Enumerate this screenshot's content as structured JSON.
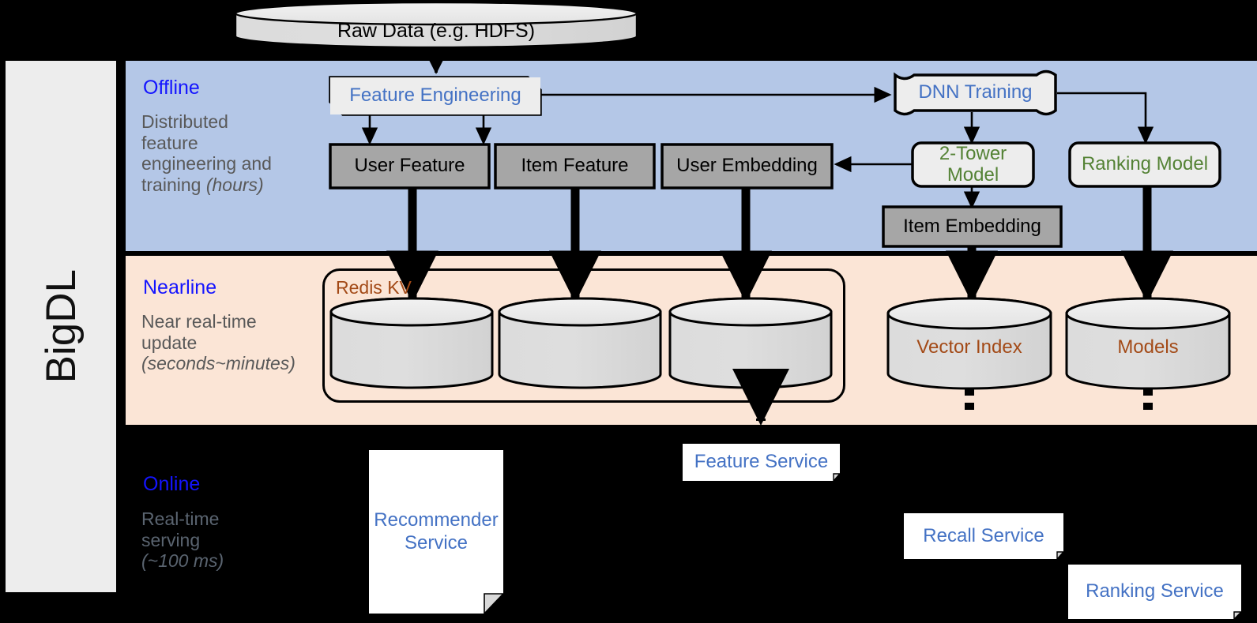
{
  "framework": {
    "name": "BigDL"
  },
  "top": {
    "raw_data_label": "Raw Data (e.g. HDFS)"
  },
  "bands": {
    "offline": {
      "title": "Offline",
      "description_line1": "Distributed",
      "description_line2": "feature",
      "description_line3": "engineering and",
      "description_line4": "training ",
      "description_italic": "(hours)",
      "bg_color": "#b4c7e7"
    },
    "nearline": {
      "title": "Nearline",
      "description_line1": "Near real-time",
      "description_line2": "update",
      "description_italic": "(seconds~minutes)",
      "bg_color": "#fbe5d6"
    },
    "online": {
      "title": "Online",
      "description_line1": "Real-time",
      "description_line2": "serving",
      "description_italic": "(~100 ms)",
      "bg_color": "#000000"
    }
  },
  "offline_nodes": {
    "feature_engineering": "Feature Engineering",
    "dnn_training": "DNN Training",
    "user_feature": "User Feature",
    "item_feature": "Item Feature",
    "user_embedding": "User Embedding",
    "two_tower_model": "2-Tower Model",
    "ranking_model": "Ranking Model",
    "item_embedding": "Item Embedding"
  },
  "nearline_nodes": {
    "redis_kv_label": "Redis KV",
    "kv_store_1": "",
    "kv_store_2": "",
    "kv_store_3": "",
    "vector_index": "Vector Index",
    "models": "Models"
  },
  "online_nodes": {
    "recommender_service_line1": "Recommender",
    "recommender_service_line2": "Service",
    "feature_service": "Feature Service",
    "recall_service": "Recall Service",
    "ranking_service": "Ranking Service"
  },
  "colors": {
    "accent_blue": "#4472c4",
    "title_blue": "#1414ff",
    "green": "#548235",
    "brown": "#a34a17",
    "grey_box": "#a6a6a6",
    "light_box": "#ededed"
  }
}
